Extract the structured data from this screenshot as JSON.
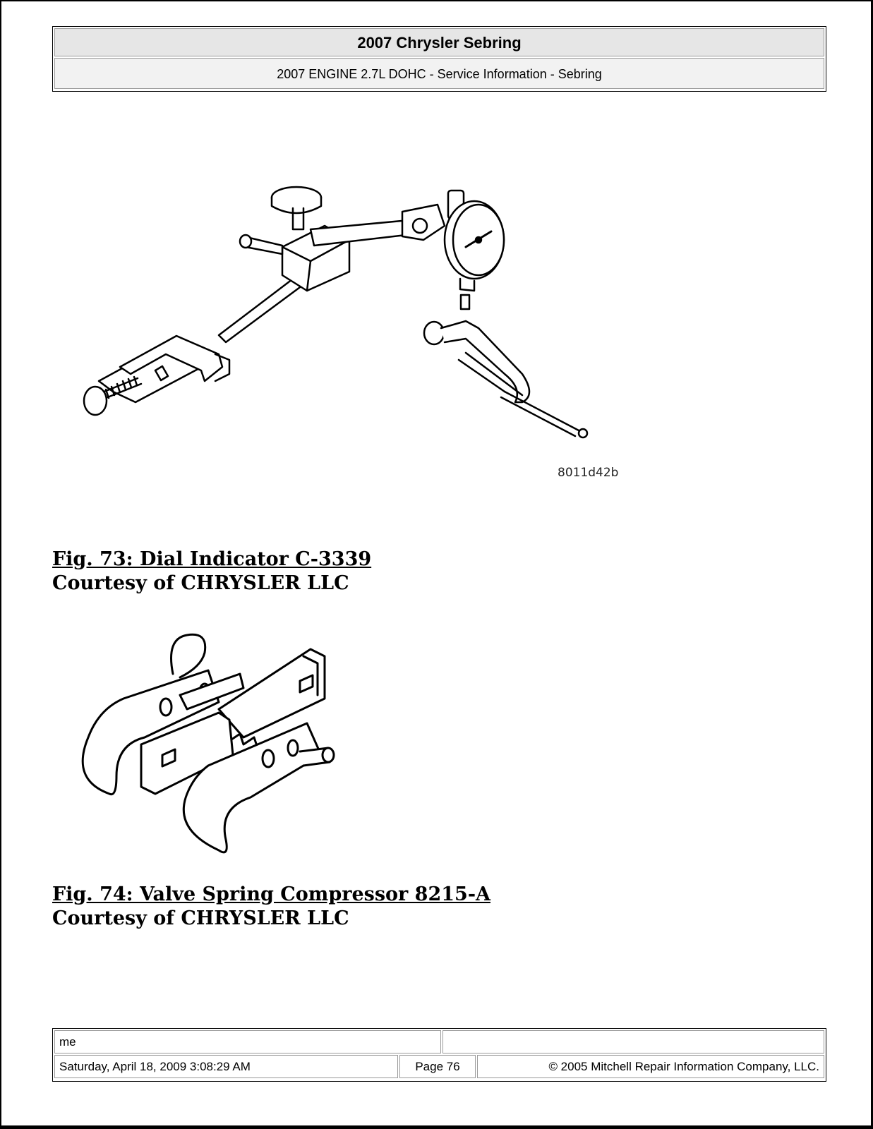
{
  "header": {
    "title": "2007 Chrysler Sebring",
    "subtitle": "2007 ENGINE 2.7L DOHC - Service Information - Sebring"
  },
  "figures": [
    {
      "code": "8011d42b",
      "caption": "Fig. 73: Dial Indicator C-3339",
      "credit": "Courtesy of CHRYSLER LLC"
    },
    {
      "caption": "Fig. 74: Valve Spring Compressor 8215-A",
      "credit": "Courtesy of CHRYSLER LLC"
    }
  ],
  "footer": {
    "user": "me",
    "timestamp": "Saturday, April 18, 2009 3:08:29 AM",
    "page": "Page 76",
    "copyright": "© 2005 Mitchell Repair Information Company, LLC."
  }
}
